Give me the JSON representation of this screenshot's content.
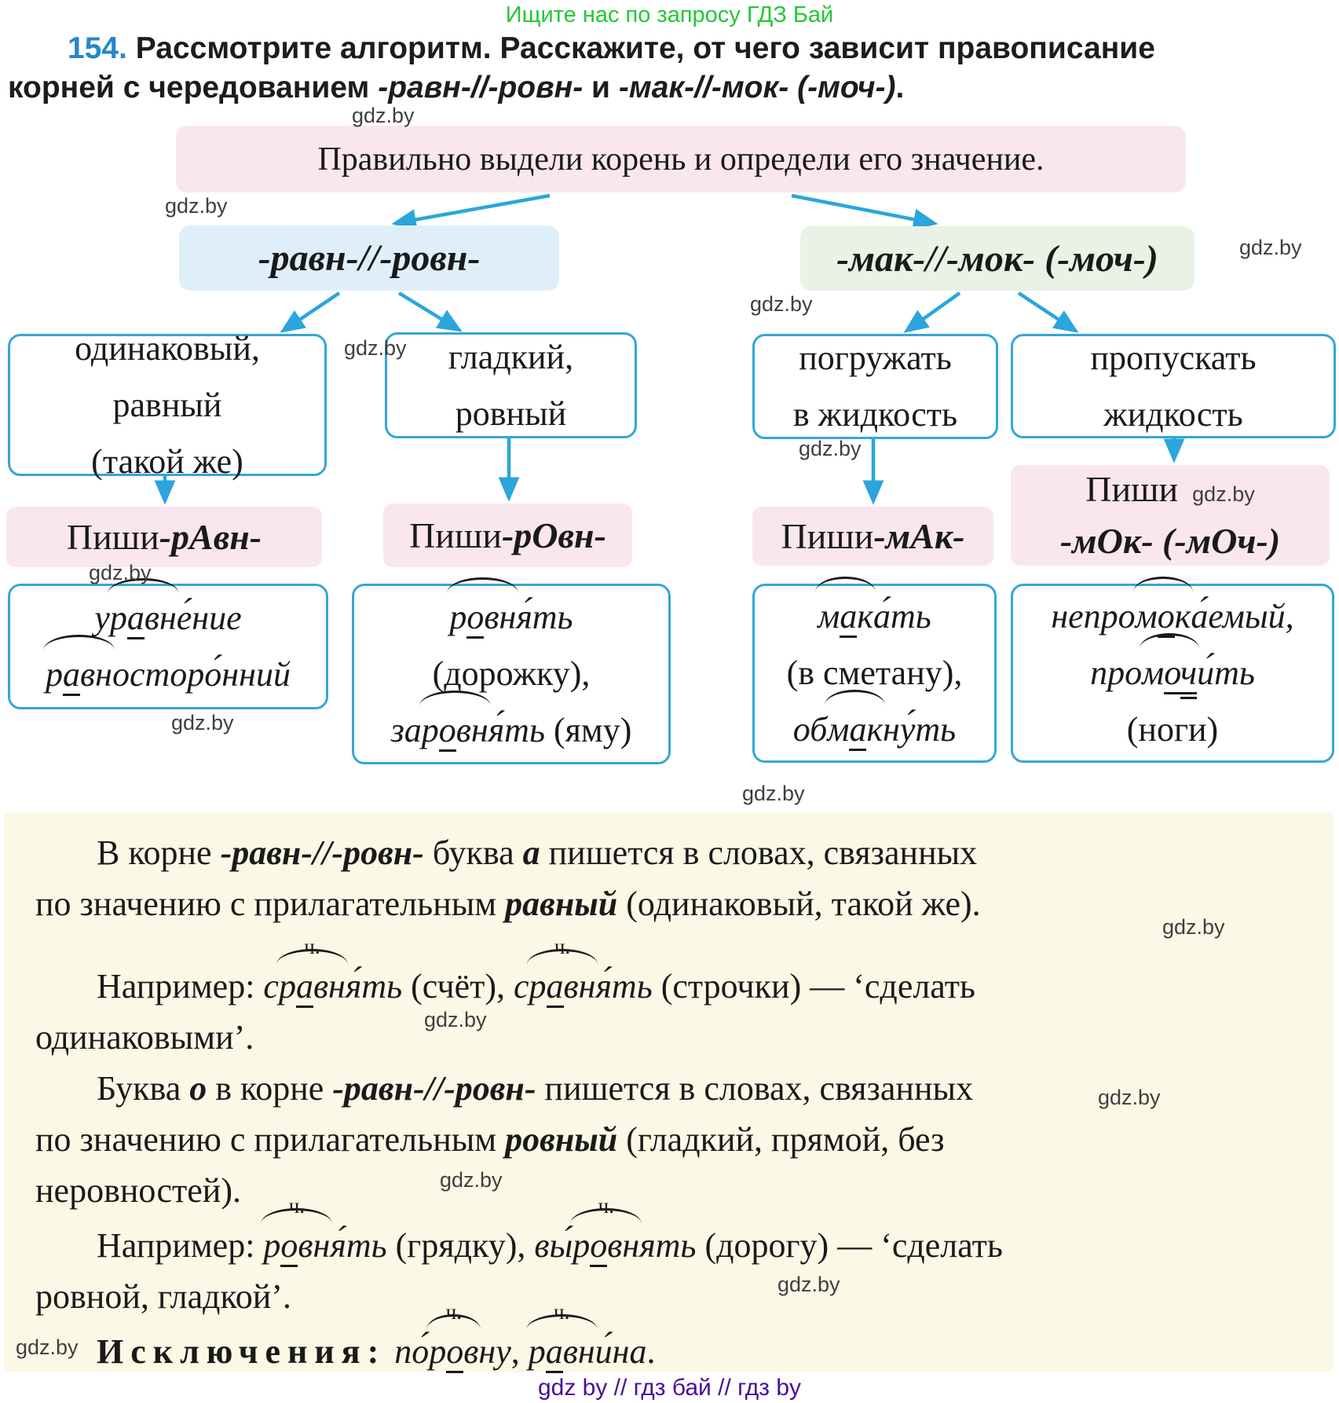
{
  "promo": "Ищите нас по запросу ГДЗ Бай",
  "watermark": "gdz.by",
  "labels": {
    "ch": "ч.",
    "pishi": "Пиши"
  },
  "task": {
    "line1": [
      {
        "t": "154. ",
        "cls": "num"
      },
      {
        "t": "Рассмотрите алгоритм. Расскажите, от чего зависит правописание"
      }
    ],
    "line2": [
      {
        "t": "корней с чередованием "
      },
      {
        "t": "-равн-//-ровн-",
        "cls": "bi"
      },
      {
        "t": " и "
      },
      {
        "t": "-мак-//-мок- (-моч-)",
        "cls": "bi"
      },
      {
        "t": "."
      }
    ]
  },
  "flowchart": {
    "start": "Правильно выдели корень и определи его значение.",
    "branch_left": "-равн-//-ровн-",
    "branch_right": "-мак-//-мок- (-моч-)",
    "def1": [
      {
        "segs": [
          {
            "t": "одинаковый,"
          }
        ]
      },
      {
        "segs": [
          {
            "t": "равный"
          }
        ]
      },
      {
        "segs": [
          {
            "t": "(такой же)"
          }
        ]
      }
    ],
    "def2": [
      {
        "segs": [
          {
            "t": "гладкий,"
          }
        ]
      },
      {
        "segs": [
          {
            "t": "ровный"
          }
        ]
      }
    ],
    "def3": [
      {
        "segs": [
          {
            "t": "погружать"
          }
        ]
      },
      {
        "segs": [
          {
            "t": "в жидкость"
          }
        ]
      }
    ],
    "def4": [
      {
        "segs": [
          {
            "t": "пропускать"
          }
        ]
      },
      {
        "segs": [
          {
            "t": "жидкость"
          }
        ]
      }
    ],
    "pishi1": [
      {
        "t": "Пиши ",
        "cls": "rm"
      },
      {
        "t": "-рАвн-",
        "cls": "bi"
      }
    ],
    "pishi2": [
      {
        "t": "Пиши ",
        "cls": "rm"
      },
      {
        "t": "-рОвн-",
        "cls": "bi"
      }
    ],
    "pishi3": [
      {
        "t": "Пиши ",
        "cls": "rm"
      },
      {
        "t": "-мАк-",
        "cls": "bi"
      }
    ],
    "pishi4_line2": [
      {
        "t": "-мОк- (-мОч-)",
        "cls": "bi"
      }
    ],
    "ex1": [
      {
        "segs": [
          {
            "word": "uravnenie"
          }
        ]
      },
      {
        "segs": [
          {
            "word": "ravnostoronnij"
          }
        ]
      }
    ],
    "ex2": [
      {
        "segs": [
          {
            "word": "rovnyat_plain"
          }
        ]
      },
      {
        "segs": [
          {
            "t": "(дорожку),",
            "cls": "rm"
          }
        ]
      },
      {
        "segs": [
          {
            "word": "zarovnyat"
          },
          {
            "t": " (яму)",
            "cls": "rm"
          }
        ]
      }
    ],
    "ex3": [
      {
        "segs": [
          {
            "word": "makat"
          }
        ]
      },
      {
        "segs": [
          {
            "t": "(в сметану),",
            "cls": "rm"
          }
        ]
      },
      {
        "segs": [
          {
            "word": "obmaknut"
          }
        ]
      }
    ],
    "ex4": [
      {
        "segs": [
          {
            "word": "nepromokaemyj"
          }
        ]
      },
      {
        "segs": [
          {
            "word": "promochit"
          }
        ]
      },
      {
        "segs": [
          {
            "t": "(ноги)",
            "cls": "rm"
          }
        ]
      }
    ]
  },
  "words": {
    "uravnenie": {
      "pre": "у",
      "arc": [
        {
          "t": "р"
        },
        {
          "t": "а",
          "u": 1
        },
        {
          "t": "вн"
        }
      ],
      "post": "е́ние"
    },
    "ravnostoronnij": {
      "pre": "",
      "arc": [
        {
          "t": "р"
        },
        {
          "t": "а",
          "u": 1
        },
        {
          "t": "вн"
        }
      ],
      "post": "осторо́нний"
    },
    "rovnyat_plain": {
      "pre": "",
      "arc": [
        {
          "t": "р"
        },
        {
          "t": "о",
          "u": 1
        },
        {
          "t": "вн"
        }
      ],
      "post": "я́ть"
    },
    "zarovnyat": {
      "pre": "за",
      "arc": [
        {
          "t": "р"
        },
        {
          "t": "о",
          "u": 1
        },
        {
          "t": "вн"
        }
      ],
      "post": "я́ть"
    },
    "makat": {
      "pre": "",
      "arc": [
        {
          "t": "м"
        },
        {
          "t": "а",
          "u": 1
        },
        {
          "t": "к"
        }
      ],
      "post": "а́ть"
    },
    "obmaknut": {
      "pre": "об",
      "arc": [
        {
          "t": "м"
        },
        {
          "t": "а",
          "u": 1
        },
        {
          "t": "к"
        }
      ],
      "post": "ну́ть"
    },
    "nepromokaemyj": {
      "pre": "непро",
      "arc": [
        {
          "t": "м"
        },
        {
          "t": "о",
          "u": 1
        },
        {
          "t": "к"
        }
      ],
      "post": "а́емый,"
    },
    "promochit": {
      "pre": "про",
      "arc": [
        {
          "t": "м"
        },
        {
          "t": "о",
          "u": 1
        },
        {
          "t": "ч",
          "u": 2
        }
      ],
      "post": "и́ть"
    },
    "sravnyat": {
      "pre": "с",
      "arc": [
        {
          "t": "р"
        },
        {
          "t": "а",
          "u": 1
        },
        {
          "t": "вн"
        }
      ],
      "post": "я́ть",
      "ch": 1
    },
    "rovnyat": {
      "pre": "",
      "arc": [
        {
          "t": "р"
        },
        {
          "t": "о",
          "u": 1
        },
        {
          "t": "вн"
        }
      ],
      "post": "я́ть",
      "ch": 1
    },
    "vyrovnyat": {
      "pre": "вы́",
      "arc": [
        {
          "t": "р"
        },
        {
          "t": "о",
          "u": 1
        },
        {
          "t": "вн"
        }
      ],
      "post": "ять",
      "ch": 1
    },
    "porovnu": {
      "pre": "по́",
      "arc": [
        {
          "t": "р"
        },
        {
          "t": "о",
          "u": 1
        },
        {
          "t": "в"
        }
      ],
      "post": "ну",
      "ch": 1
    },
    "ravnina": {
      "pre": "",
      "arc": [
        {
          "t": "р"
        },
        {
          "t": "а",
          "u": 1
        },
        {
          "t": "вн"
        }
      ],
      "post": "и́на",
      "ch": 1
    }
  },
  "rules": {
    "lines": [
      {
        "indent": 1,
        "segs": [
          {
            "t": "В корне "
          },
          {
            "t": "-равн-//-ровн-",
            "cls": "bi"
          },
          {
            "t": " буква "
          },
          {
            "t": "а",
            "cls": "bi"
          },
          {
            "t": " пишется в словах, связанных"
          }
        ]
      },
      {
        "segs": [
          {
            "t": "по значению с прилагательным "
          },
          {
            "t": "равный",
            "cls": "bi"
          },
          {
            "t": " (одинаковый, такой же)."
          }
        ]
      },
      {
        "indent": 1,
        "mt": 40,
        "segs": [
          {
            "t": "Например: "
          },
          {
            "word": "sravnyat"
          },
          {
            "t": " (счёт), "
          },
          {
            "word": "sravnyat"
          },
          {
            "t": " (строчки) — ‘сделать"
          }
        ]
      },
      {
        "segs": [
          {
            "t": "одинаковыми’."
          }
        ]
      },
      {
        "indent": 1,
        "segs": [
          {
            "t": "Буква "
          },
          {
            "t": "о",
            "cls": "bi"
          },
          {
            "t": " в корне "
          },
          {
            "t": "-равн-//-ровн-",
            "cls": "bi"
          },
          {
            "t": " пишется в словах, связанных"
          }
        ]
      },
      {
        "segs": [
          {
            "t": "по значению с прилагательным "
          },
          {
            "t": "ровный",
            "cls": "bi"
          },
          {
            "t": " (гладкий, прямой, без"
          }
        ]
      },
      {
        "segs": [
          {
            "t": "неровностей)."
          }
        ]
      },
      {
        "indent": 1,
        "mt": 5,
        "segs": [
          {
            "t": "Например: "
          },
          {
            "word": "rovnyat"
          },
          {
            "t": " (грядку), "
          },
          {
            "word": "vyrovnyat"
          },
          {
            "t": " (дорогу) — ‘сделать"
          }
        ]
      },
      {
        "segs": [
          {
            "t": "ровной, гладкой’."
          }
        ]
      },
      {
        "indent": 1,
        "mt": 5,
        "segs": [
          {
            "t": "Исключения:",
            "cls": "exc"
          },
          {
            "t": " "
          },
          {
            "word": "porovnu"
          },
          {
            "t": ", "
          },
          {
            "word": "ravnina"
          },
          {
            "t": "."
          }
        ]
      }
    ]
  },
  "footer": "gdz by  //  гдз бай  //  гдз by",
  "colors": {
    "accent_arrow": "#2ba5dc",
    "box_border": "#36a5d8",
    "pink": "#fae6ee",
    "blue": "#dfeffa",
    "green": "#e9f2e4",
    "yellow": "#fcf8e6",
    "promo_green": "#23c838",
    "footer_purple": "#4a0d9b",
    "task_number_blue": "#2787c8"
  }
}
